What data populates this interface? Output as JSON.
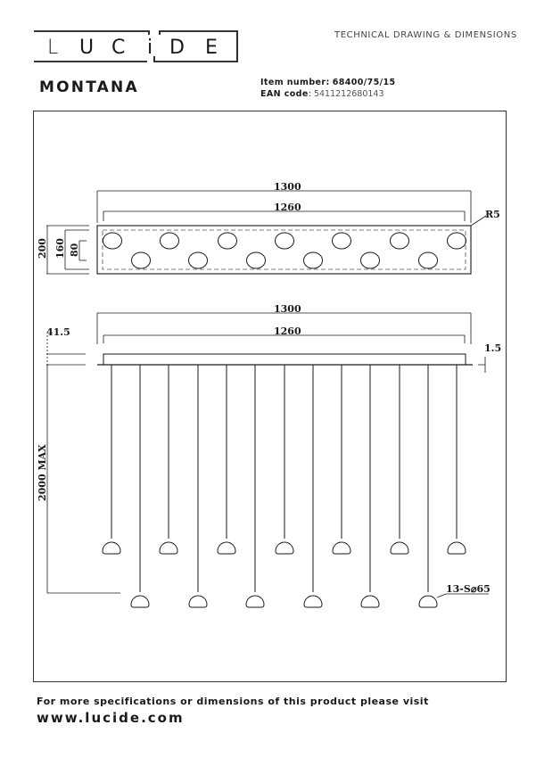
{
  "header": {
    "brand": "LUCIDE",
    "brand_letters": [
      "L",
      "U",
      "C",
      "i",
      "D",
      "E"
    ],
    "document_type": "TECHNICAL DRAWING & DIMENSIONS",
    "product_name": "MONTANA",
    "item_number_label": "Item number:",
    "item_number": "68400/75/15",
    "ean_label": "EAN code",
    "ean_code": "5411212680143"
  },
  "drawing": {
    "top_view": {
      "overall_width": "1300",
      "inner_width": "1260",
      "overall_depth": "200",
      "inner_depth": "160",
      "row_offset": "80",
      "corner_radius": "R5",
      "row1_count": 7,
      "row2_count": 6
    },
    "side_view": {
      "overall_width": "1300",
      "inner_width": "1260",
      "canopy_height": "41.5",
      "plate_thickness": "1.5",
      "max_drop": "2000 MAX",
      "shade_spec": "13-S⌀65",
      "pendant_count": 13
    }
  },
  "footer": {
    "note": "For more specifications or dimensions of this product please visit",
    "url": "www.lucide.com"
  },
  "colors": {
    "line": "#1a1a1a",
    "muted_text": "#555555",
    "background": "#ffffff"
  }
}
